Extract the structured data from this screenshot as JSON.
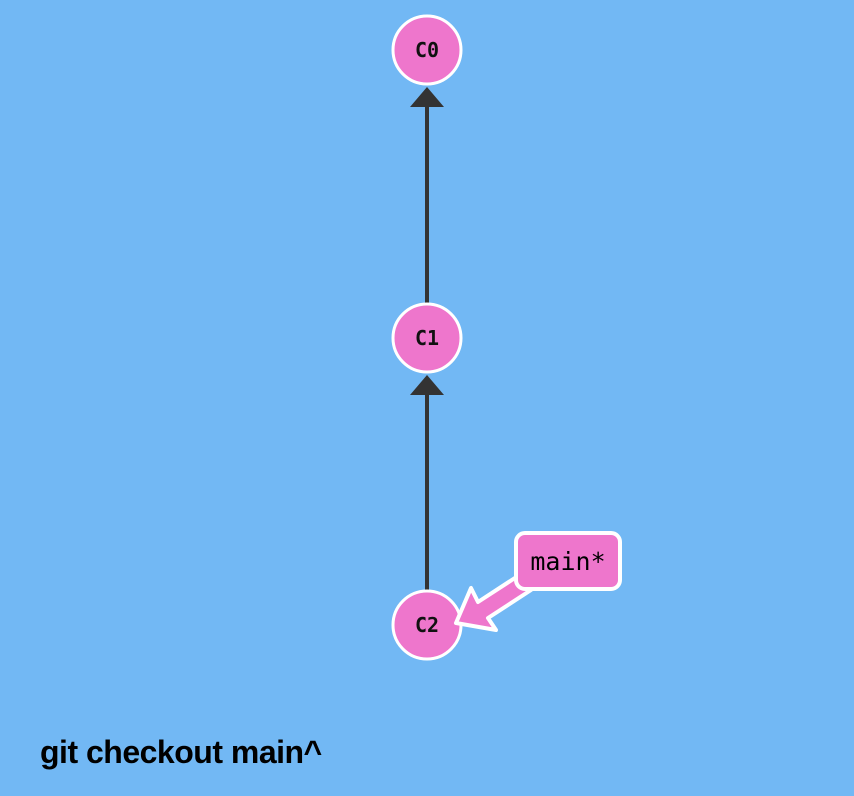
{
  "commits": [
    {
      "id": "C0"
    },
    {
      "id": "C1"
    },
    {
      "id": "C2"
    }
  ],
  "parent_links": [
    {
      "from": "C1",
      "to": "C0"
    },
    {
      "from": "C2",
      "to": "C1"
    }
  ],
  "branch": {
    "label": "main*",
    "target": "C2"
  },
  "command": "git checkout main^",
  "colors": {
    "background": "#72b8f4",
    "commit_fill": "#ee76cc",
    "commit_stroke": "#ffffff",
    "edge": "#333333",
    "branch_fill": "#ee76cc"
  }
}
